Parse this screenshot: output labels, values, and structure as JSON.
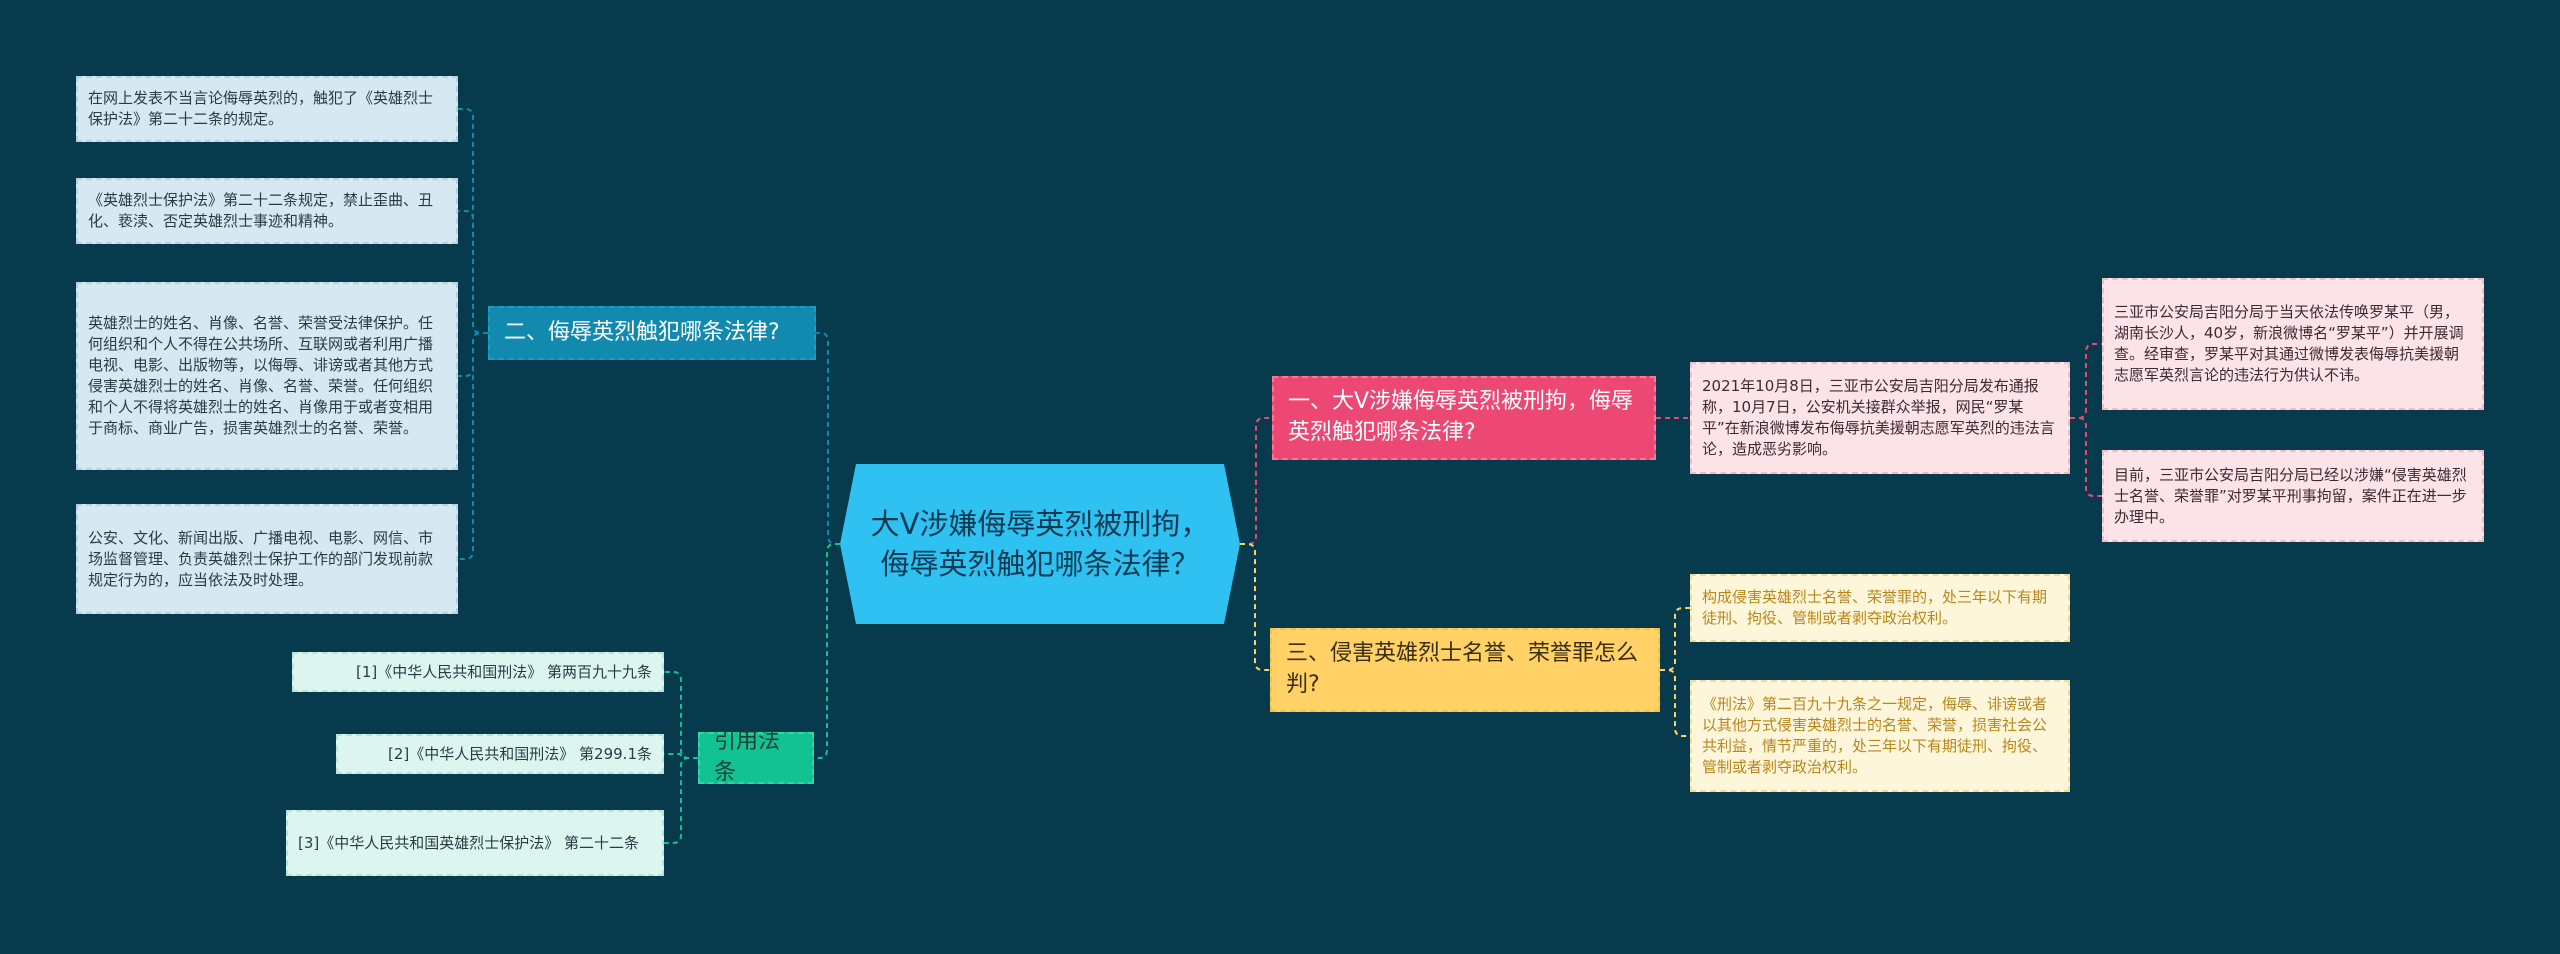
{
  "center": {
    "text": "大V涉嫌侮辱英烈被刑拘，侮辱英烈触犯哪条法律？"
  },
  "branches": {
    "b1": {
      "label": "一、大V涉嫌侮辱英烈被刑拘，侮辱英烈触犯哪条法律?",
      "detail": "2021年10月8日，三亚市公安局吉阳分局发布通报称，10月7日，公安机关接群众举报，网民“罗某平”在新浪微博发布侮辱抗美援朝志愿军英烈的违法言论，造成恶劣影响。",
      "leaves": [
        "三亚市公安局吉阳分局于当天依法传唤罗某平（男，湖南长沙人，40岁，新浪微博名“罗某平”）并开展调查。经审查，罗某平对其通过微博发表侮辱抗美援朝志愿军英烈言论的违法行为供认不讳。",
        "目前，三亚市公安局吉阳分局已经以涉嫌“侵害英雄烈士名誉、荣誉罪”对罗某平刑事拘留，案件正在进一步办理中。"
      ]
    },
    "b2": {
      "label": "二、侮辱英烈触犯哪条法律?",
      "leaves": [
        "在网上发表不当言论侮辱英烈的，触犯了《英雄烈士保护法》第二十二条的规定。",
        "《英雄烈士保护法》第二十二条规定，禁止歪曲、丑化、亵渎、否定英雄烈士事迹和精神。",
        "英雄烈士的姓名、肖像、名誉、荣誉受法律保护。任何组织和个人不得在公共场所、互联网或者利用广播电视、电影、出版物等，以侮辱、诽谤或者其他方式侵害英雄烈士的姓名、肖像、名誉、荣誉。任何组织和个人不得将英雄烈士的姓名、肖像用于或者变相用于商标、商业广告，损害英雄烈士的名誉、荣誉。",
        "公安、文化、新闻出版、广播电视、电影、网信、市场监督管理、负责英雄烈士保护工作的部门发现前款规定行为的，应当依法及时处理。"
      ]
    },
    "b3": {
      "label": "三、侵害英雄烈士名誉、荣誉罪怎么判?",
      "leaves": [
        "构成侵害英雄烈士名誉、荣誉罪的，处三年以下有期徒刑、拘役、管制或者剥夺政治权利。",
        "《刑法》第二百九十九条之一规定，侮辱、诽谤或者以其他方式侵害英雄烈士的名誉、荣誉，损害社会公共利益，情节严重的，处三年以下有期徒刑、拘役、管制或者剥夺政治权利。"
      ]
    },
    "b4": {
      "label": "引用法条",
      "leaves": [
        "[1]《中华人民共和国刑法》 第两百九十九条",
        "[2]《中华人民共和国刑法》 第299.1条",
        "[3]《中华人民共和国英雄烈士保护法》 第二十二条"
      ]
    }
  },
  "colors": {
    "background": "#073a4c",
    "center": "#2ec1f2",
    "branch1": "#ed4873",
    "branch2": "#128ab0",
    "branch3": "#ffd166",
    "branch4": "#12c293"
  }
}
